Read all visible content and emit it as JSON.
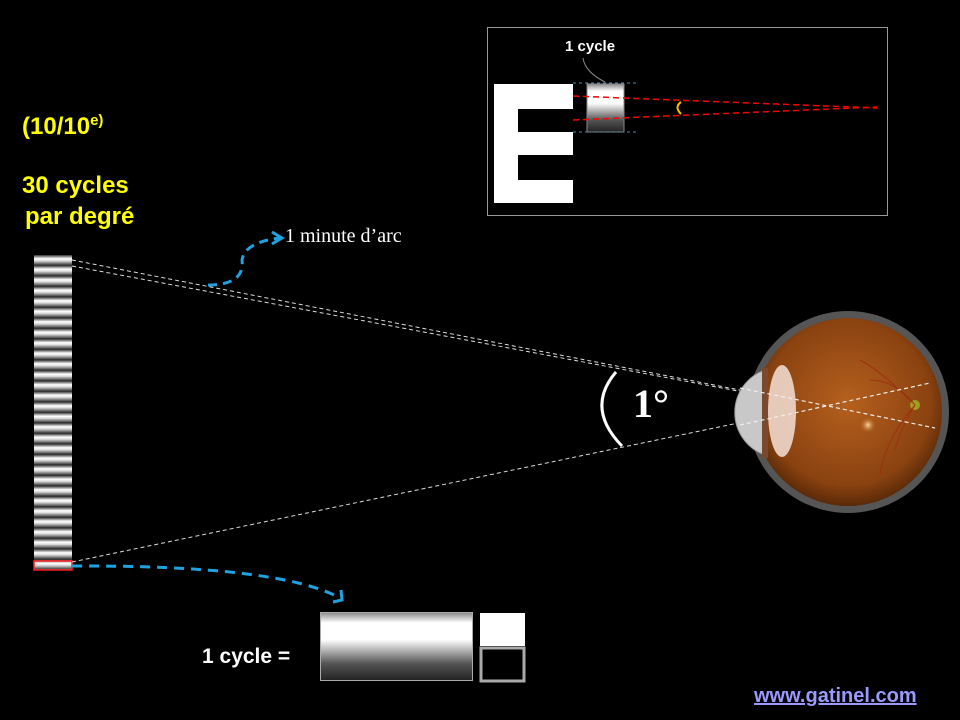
{
  "acuity_label": "(10/10",
  "acuity_sup": "e)",
  "frequency_line1": "30 cycles",
  "frequency_line2": "par degré",
  "arc_minute_label": "1 minute d’arc",
  "angle_label": "1°",
  "inset": {
    "cycle_label": "1 cycle",
    "letter": "E"
  },
  "cycle_equation_label": "1 cycle =",
  "website": "www.gatinel.com",
  "colors": {
    "text_accent": "#ffff00",
    "arrow": "#1fa3e0",
    "ray": "#ff0000",
    "link": "#9999ff"
  }
}
